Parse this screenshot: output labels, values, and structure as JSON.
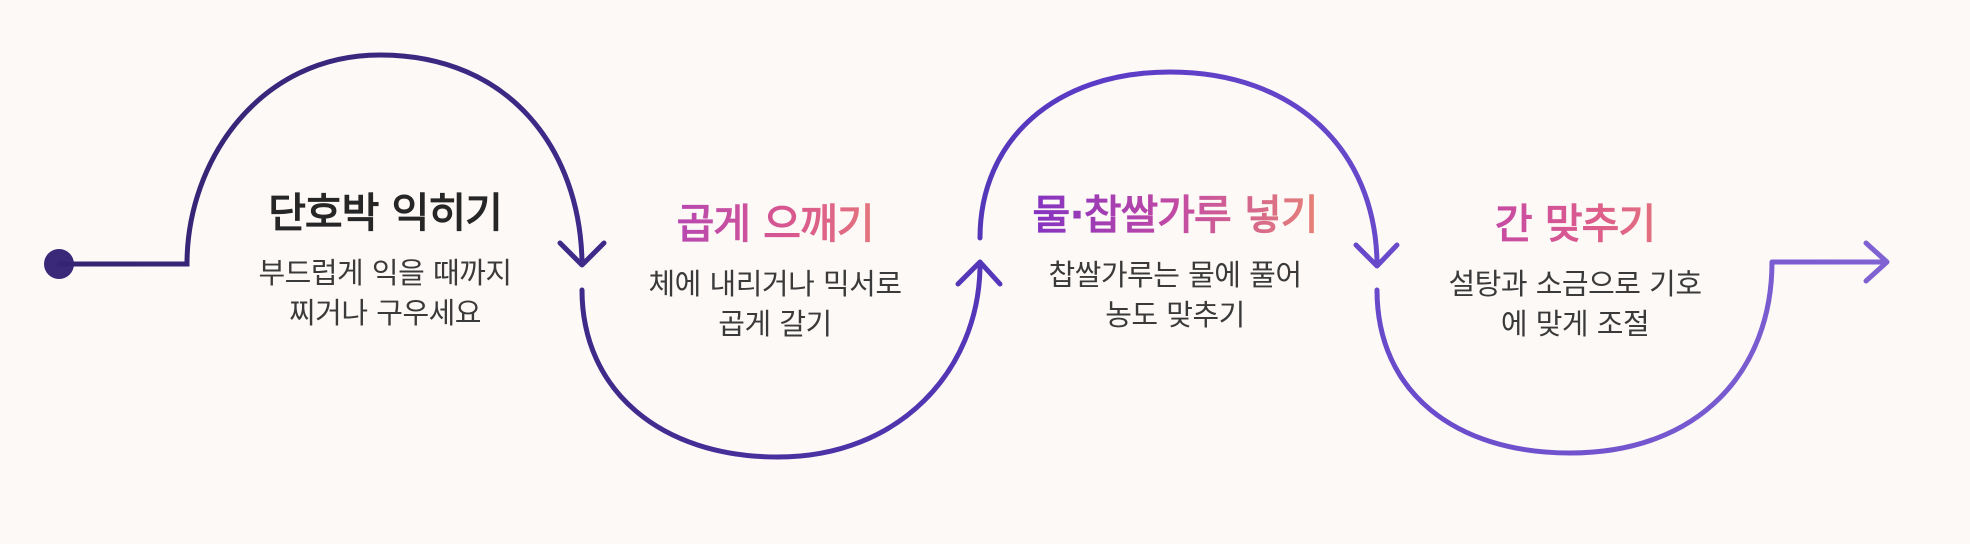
{
  "steps": [
    {
      "title": "단호박 익히기",
      "desc_line1": "부드럽게 익을 때까지",
      "desc_line2": "찌거나 구우세요"
    },
    {
      "title": "곱게 으깨기",
      "desc_line1": "체에 내리거나 믹서로",
      "desc_line2": "곱게 갈기"
    },
    {
      "title": "물·찹쌀가루 넣기",
      "desc_line1": "찹쌀가루는 물에 풀어",
      "desc_line2": "농도 맞추기"
    },
    {
      "title": "간 맞추기",
      "desc_line1": "설탕과 소금으로 기호",
      "desc_line2": "에 맞게 조절"
    }
  ],
  "colors": {
    "background": "#fdf9f7",
    "path_start": "#3a2878",
    "path_mid": "#5c3cc4",
    "path_end": "#8466d4",
    "title_dark": "#262626",
    "gradient_purple": "#a43fc4",
    "gradient_orange": "#ec8a70",
    "desc_text": "#3a3a3a"
  }
}
